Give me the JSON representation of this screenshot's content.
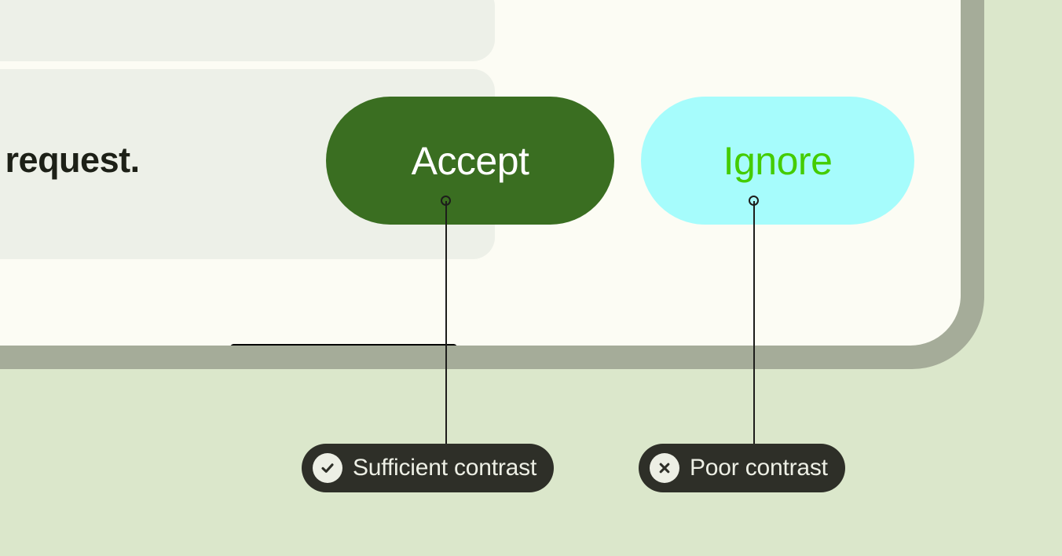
{
  "colors": {
    "page_background": "#dbe7cb",
    "device_frame": "#a5ac99",
    "device_screen": "#fcfcf4",
    "panel": "#edf0e8",
    "accept_bg": "#3a6e21",
    "accept_text": "#ffffff",
    "ignore_bg": "#a6fcfc",
    "ignore_text": "#44cc00",
    "callout_bg": "#2e2f28",
    "callout_text": "#edefe5",
    "leader_line": "#1d1d1b",
    "home_indicator": "#000000"
  },
  "device": {
    "message": {
      "text": "a request."
    },
    "buttons": {
      "accept_label": "Accept",
      "ignore_label": "Ignore"
    },
    "home_indicator_label": "home-indicator"
  },
  "annotations": [
    {
      "target": "Accept",
      "icon": "check-circle-icon",
      "label": "Sufficient contrast"
    },
    {
      "target": "Ignore",
      "icon": "x-circle-icon",
      "label": "Poor contrast"
    }
  ]
}
